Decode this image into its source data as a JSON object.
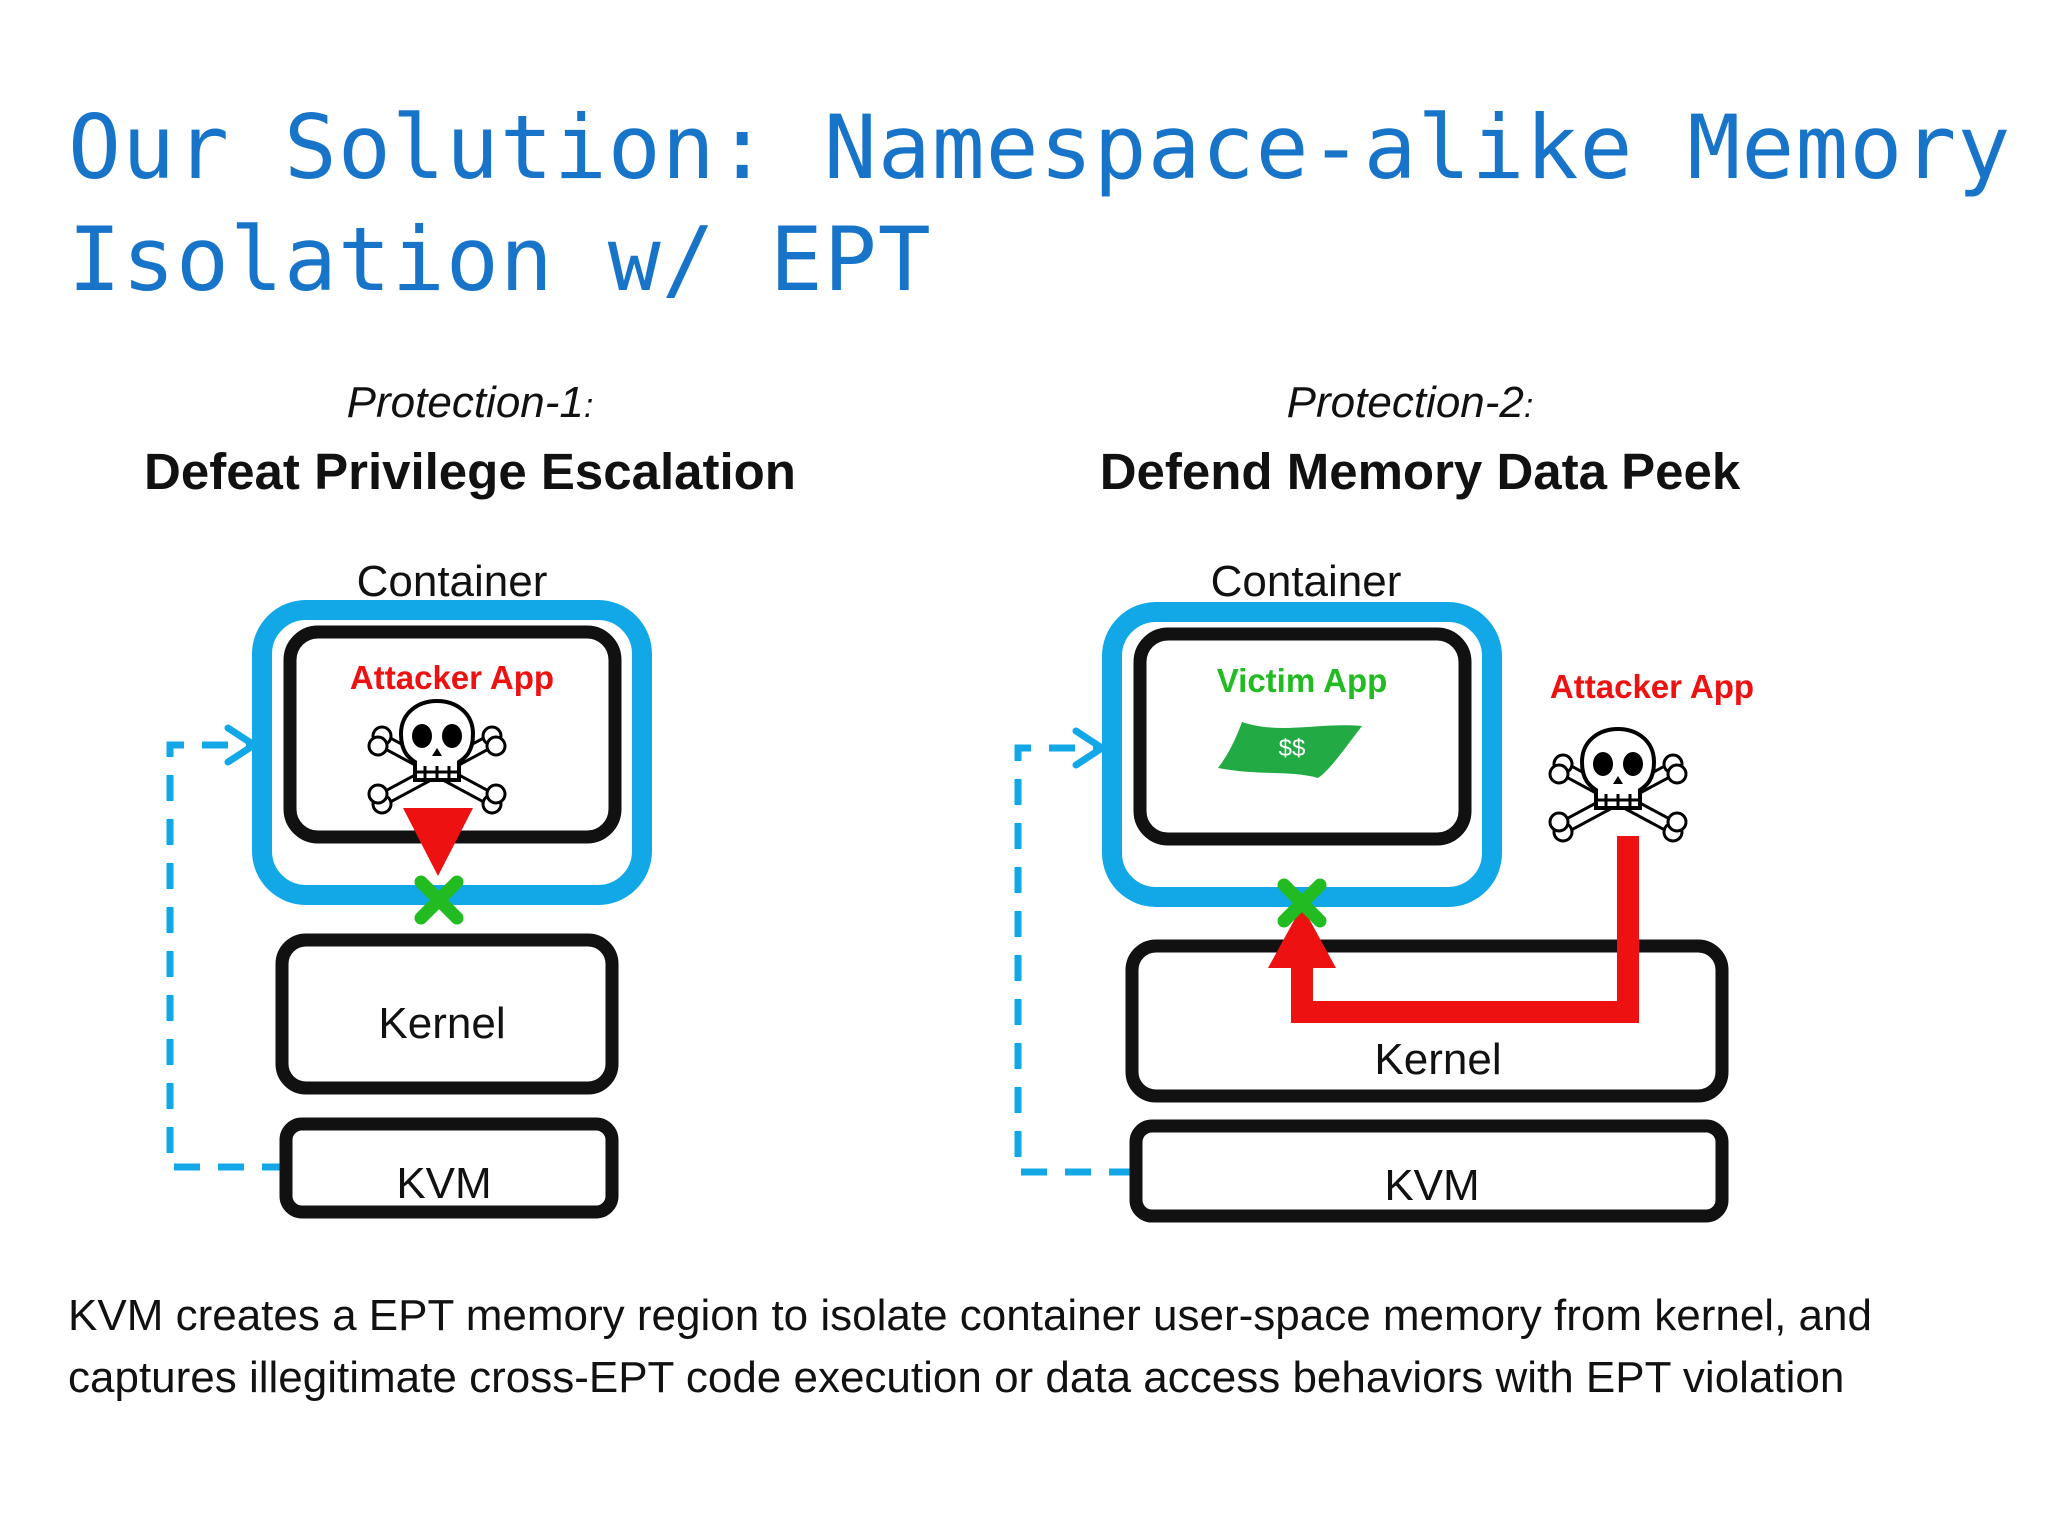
{
  "title": {
    "line1": "Our Solution: Namespace-alike Memory",
    "line2": "Isolation w/ EPT"
  },
  "protection1": {
    "tag": "Protection-1",
    "colon": ":",
    "heading": "Defeat Privilege Escalation",
    "container_label": "Container",
    "app_label": "Attacker App",
    "kernel_label": "Kernel",
    "kvm_label": "KVM"
  },
  "protection2": {
    "tag": "Protection-2",
    "colon": ":",
    "heading": "Defend Memory Data Peek",
    "container_label": "Container",
    "victim_label": "Victim App",
    "money_label": "$$",
    "attacker_label": "Attacker App",
    "kernel_label": "Kernel",
    "kvm_label": "KVM"
  },
  "caption": {
    "line1": "KVM creates a EPT memory region to isolate container user-space memory from kernel, and",
    "line2": "captures illegitimate cross-EPT code execution or data access behaviors with EPT violation"
  },
  "colors": {
    "title": "#1874c8",
    "container_border": "#12a8e8",
    "attacker": "#ee1111",
    "victim": "#22bb22",
    "block_mark": "#22bb22",
    "box_border": "#111111"
  },
  "icons": {
    "attacker": "skull-crossbones-icon",
    "victim_data": "money-bill-icon",
    "blocked": "cross-mark-icon"
  }
}
